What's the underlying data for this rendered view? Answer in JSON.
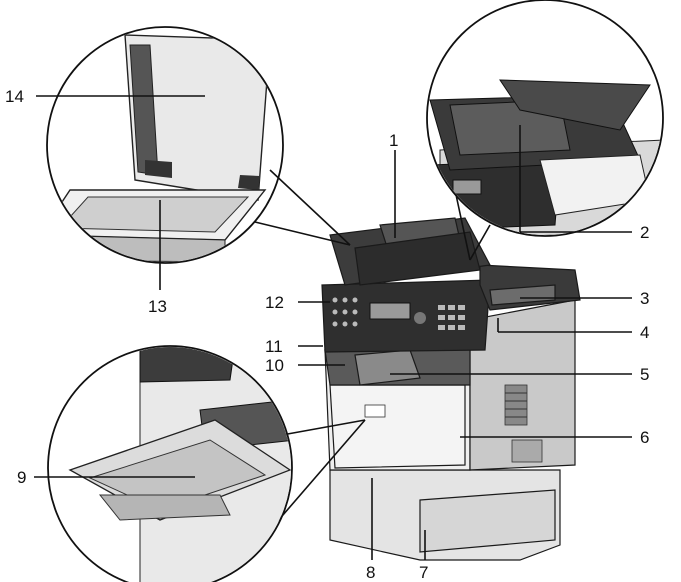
{
  "callouts": [
    {
      "id": 1,
      "label": "1"
    },
    {
      "id": 2,
      "label": "2"
    },
    {
      "id": 3,
      "label": "3"
    },
    {
      "id": 4,
      "label": "4"
    },
    {
      "id": 5,
      "label": "5"
    },
    {
      "id": 6,
      "label": "6"
    },
    {
      "id": 7,
      "label": "7"
    },
    {
      "id": 8,
      "label": "8"
    },
    {
      "id": 9,
      "label": "9"
    },
    {
      "id": 10,
      "label": "10"
    },
    {
      "id": 11,
      "label": "11"
    },
    {
      "id": 12,
      "label": "12"
    },
    {
      "id": 13,
      "label": "13"
    },
    {
      "id": 14,
      "label": "14"
    }
  ],
  "colors": {
    "body_light": "#ececec",
    "body_mid": "#bdbdbd",
    "body_dark": "#3a3a3a",
    "panel_black": "#2a2a2a",
    "glass": "#cfcfcf",
    "line": "#111111"
  }
}
